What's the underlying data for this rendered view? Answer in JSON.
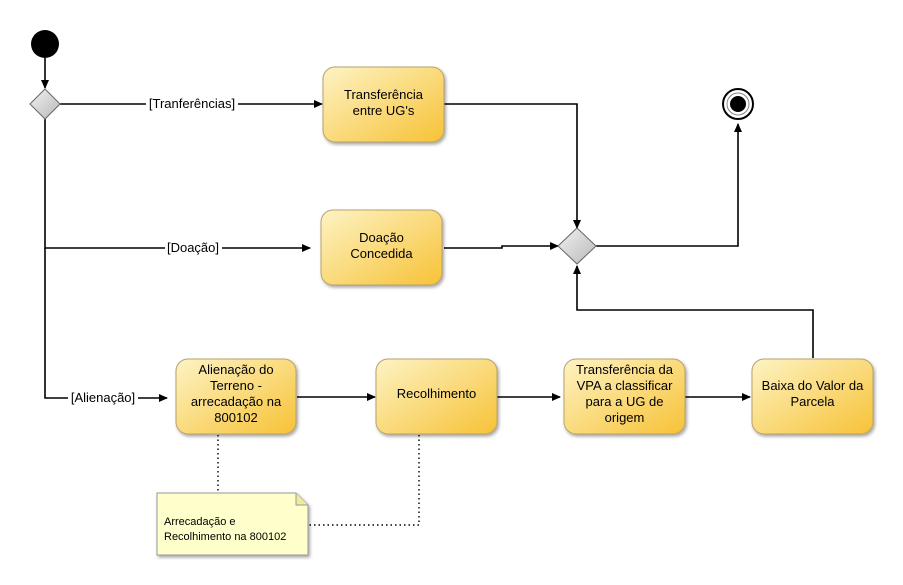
{
  "nodes": {
    "transferencia_ug": [
      "Transferência",
      "entre UG's"
    ],
    "doacao": [
      "Doação",
      "Concedida"
    ],
    "alienacao": [
      "Alienação do",
      "Terreno -",
      "arrecadação na",
      "800102"
    ],
    "recolhimento": [
      "Recolhimento"
    ],
    "transferencia_vpa": [
      "Transferência da",
      "VPA a classificar",
      "para a UG de",
      "origem"
    ],
    "baixa": [
      "Baixa do Valor da",
      "Parcela"
    ]
  },
  "edge_labels": {
    "transferencias": "[Tranferências]",
    "doacao": "[Doação]",
    "alienacao": "[Alienação]"
  },
  "note": [
    "Arrecadação e",
    "Recolhimento na 800102"
  ],
  "colors": {
    "box_top": "#fdf3c4",
    "box_bottom": "#f9c744",
    "decision": "#cfcfcf",
    "note_fill": "#ffffcc"
  }
}
